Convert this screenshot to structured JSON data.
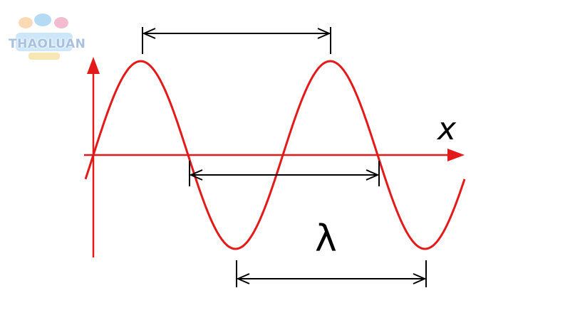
{
  "watermark": {
    "text": "THAOLUAN"
  },
  "diagram": {
    "axis_x_label": "x",
    "wavelength_label": "λ",
    "wave_color": "#e31a1a",
    "axis_color": "#e31a1a",
    "arrow_color": "#000000"
  }
}
